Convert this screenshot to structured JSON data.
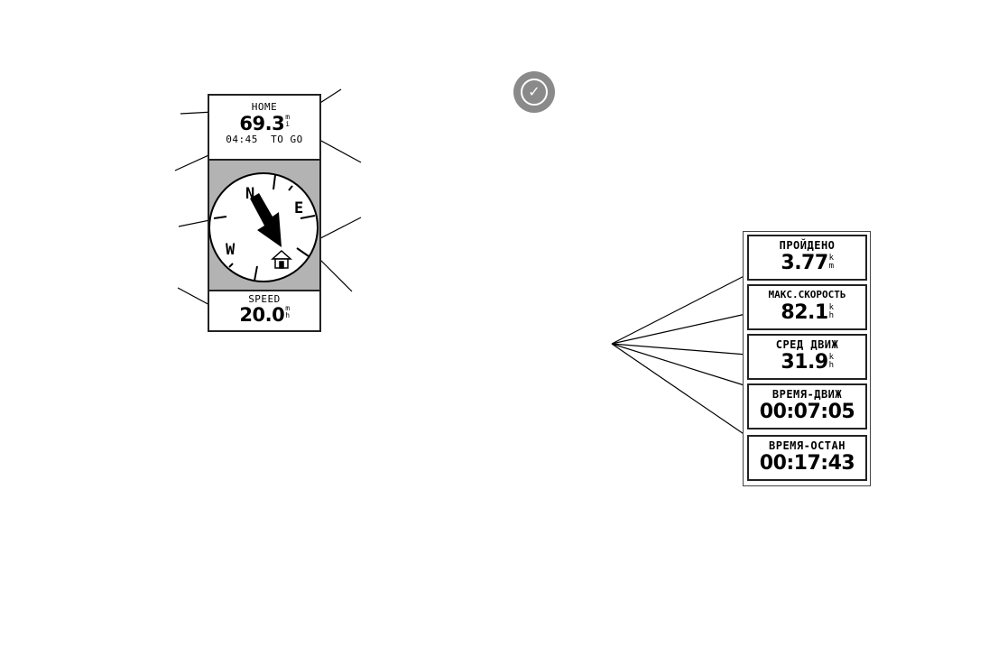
{
  "compass_screen": {
    "destination": "HOME",
    "distance_value": "69.3",
    "distance_unit_top": "m",
    "distance_unit_bottom": "i",
    "time_to_go": "04:45  TO GO",
    "compass_letters": {
      "north": "N",
      "east": "E",
      "west": "W"
    },
    "speed_label": "SPEED",
    "speed_value": "20.0",
    "speed_unit_top": "m",
    "speed_unit_bottom": "h"
  },
  "note_icon": {
    "glyph": "✓"
  },
  "trip_computer": {
    "fields": [
      {
        "label": "ПРОЙДЕНО",
        "value": "3.77",
        "unit_top": "k",
        "unit_bottom": "m"
      },
      {
        "label": "МАКС.СКОРОСТЬ",
        "value": "82.1",
        "unit_top": "k",
        "unit_bottom": "h"
      },
      {
        "label": "СРЕД ДВИЖ",
        "value": "31.9",
        "unit_top": "k",
        "unit_bottom": "h"
      },
      {
        "label": "ВРЕМЯ-ДВИЖ",
        "value": "00:07:05",
        "unit_top": "",
        "unit_bottom": ""
      },
      {
        "label": "ВРЕМЯ-ОСТАН",
        "value": "00:17:43",
        "unit_top": "",
        "unit_bottom": ""
      }
    ]
  },
  "colors": {
    "compass_background": "#b3b3b3",
    "note_icon": "#8a8a8a",
    "ink": "#000000"
  }
}
